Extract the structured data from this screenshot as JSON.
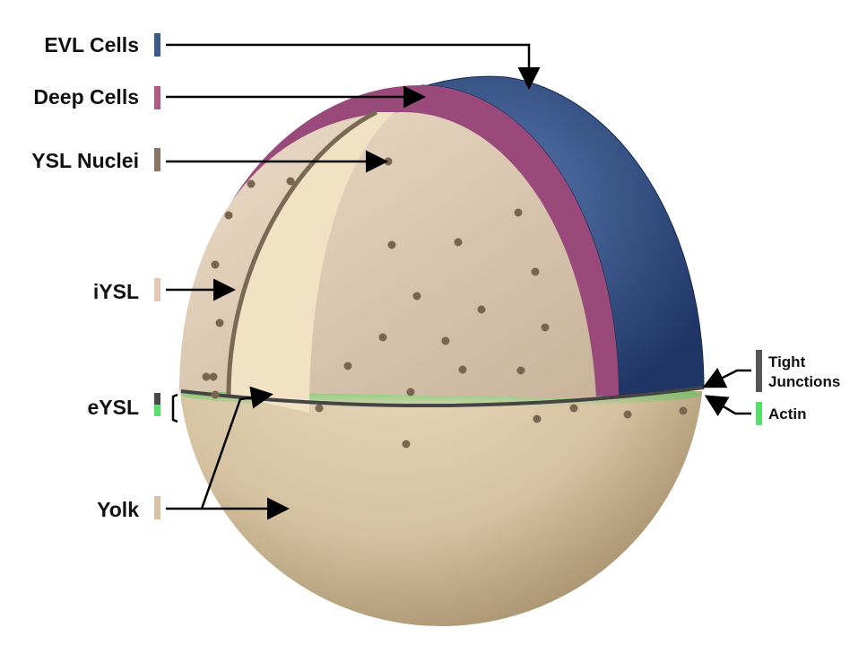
{
  "labels": {
    "evl": "EVL Cells",
    "deep": "Deep Cells",
    "ysl_nuclei": "YSL Nuclei",
    "iysl": "iYSL",
    "eysl": "eYSL",
    "yolk": "Yolk",
    "tight_junctions_1": "Tight",
    "tight_junctions_2": "Junctions",
    "actin": "Actin"
  },
  "colors": {
    "evl": "#3d5a8a",
    "deep": "#b05a85",
    "ysl_nuclei": "#8a7565",
    "iysl": "#e3c9b3",
    "eysl_dark": "#4a4a4a",
    "eysl_green": "#55e06a",
    "yolk": "#d8c2a5",
    "tight_junctions": "#555555",
    "actin": "#55e06a"
  }
}
